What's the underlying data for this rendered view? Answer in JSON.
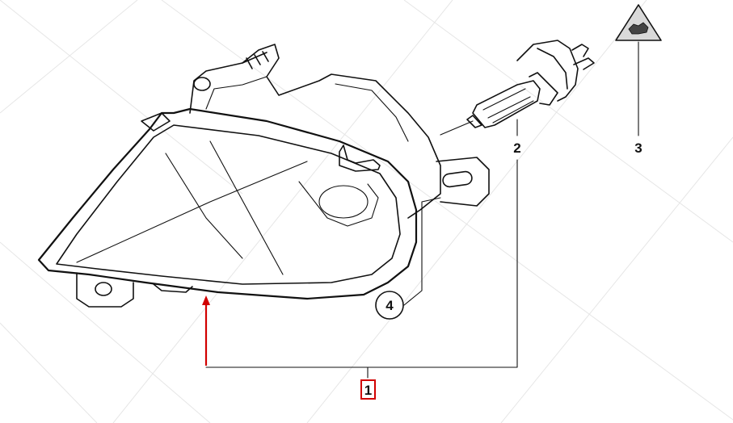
{
  "diagram": {
    "callouts": [
      {
        "id": "1",
        "text": "1"
      },
      {
        "id": "2",
        "text": "2"
      },
      {
        "id": "3",
        "text": "3"
      },
      {
        "id": "4",
        "text": "4"
      }
    ],
    "colors": {
      "line": "#111111",
      "highlight": "#d10000",
      "background": "#ffffff",
      "warning_fill": "#d9d9d9"
    },
    "icons": {
      "part_fog_light": "fog-light-housing-icon",
      "part_bulb": "halogen-bulb-icon",
      "part_warning": "warning-triangle-icon",
      "arrow": "red-arrow-icon"
    }
  }
}
